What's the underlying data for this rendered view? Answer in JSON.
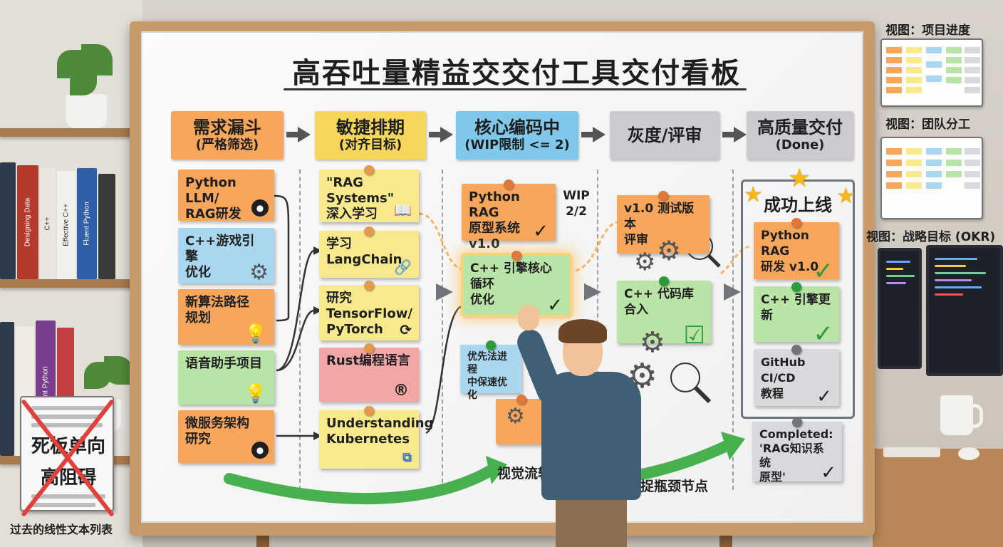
{
  "board": {
    "title": "高吞吐量精益交交付工具交付看板"
  },
  "columns": [
    {
      "title": "需求漏斗",
      "subtitle": "(严格筛选)",
      "color": "#f7a65c"
    },
    {
      "title": "敏捷排期",
      "subtitle": "(对齐目标)",
      "color": "#f6d75b"
    },
    {
      "title": "核心编码中",
      "subtitle": "(WIP限制 <= 2)",
      "color": "#7fc8ea"
    },
    {
      "title": "灰度/评审",
      "subtitle": "",
      "color": "#c9cbce"
    },
    {
      "title": "高质量交付",
      "subtitle": "(Done)",
      "color": "#c9cbce"
    }
  ],
  "backlog": [
    {
      "text": "Python LLM/\nRAG研发",
      "icon": "github-icon"
    },
    {
      "text": "C++游戏引擎\n优化",
      "icon": "gear-icon"
    },
    {
      "text": "新算法路径\n规划",
      "icon": "bulb-icon"
    },
    {
      "text": "语音助手项目",
      "icon": "bulb-icon"
    },
    {
      "text": "微服务架构\n研究",
      "icon": "github-icon"
    }
  ],
  "planning": [
    {
      "text": "\"RAG Systems\"\n深入学习",
      "icon": "book-icon"
    },
    {
      "text": "学习LangChain",
      "icon": "link-icon"
    },
    {
      "text": "研究TensorFlow/\nPyTorch",
      "icon": "refresh-icon"
    },
    {
      "text": "Rust编程语言",
      "icon": "rust-icon"
    },
    {
      "text": "Understanding\nKubernetes",
      "icon": "network-icon"
    }
  ],
  "coding": {
    "wip": {
      "label": "WIP",
      "value": "2/2"
    },
    "cards": [
      {
        "text": "Python RAG\n原型系统 v1.0"
      },
      {
        "text": "C++ 引擎核心循环\n优化"
      }
    ],
    "note": "优先法进程\n中保速优化"
  },
  "review": [
    {
      "text": "v1.0 测试版本\n评审"
    },
    {
      "text": "C++ 代码库合入"
    }
  ],
  "done": {
    "banner": "成功上线",
    "cards": [
      {
        "text": "Python RAG\n研发 v1.0"
      },
      {
        "text": "C++ 引擎更新"
      },
      {
        "text": "GitHub CI/CD\n教程"
      }
    ],
    "completed": "Completed:\n'RAG知识系统\n原型'"
  },
  "flow_labels": {
    "visual_flow": "视觉流转",
    "bottleneck": "捕捉瓶颈节点"
  },
  "views": [
    {
      "label": "视图：项目进度"
    },
    {
      "label": "视图：团队分工"
    },
    {
      "label": "视图：战略目标 (OKR)"
    }
  ],
  "old_method": {
    "line1": "死板单向",
    "line2": "高阻碍",
    "caption": "过去的线性文本列表"
  },
  "books": [
    {
      "title": "Designing Data"
    },
    {
      "title": "C++"
    },
    {
      "title": "Effective C++"
    },
    {
      "title": "Fluent Python"
    },
    {
      "title": "Fluent Python"
    }
  ]
}
